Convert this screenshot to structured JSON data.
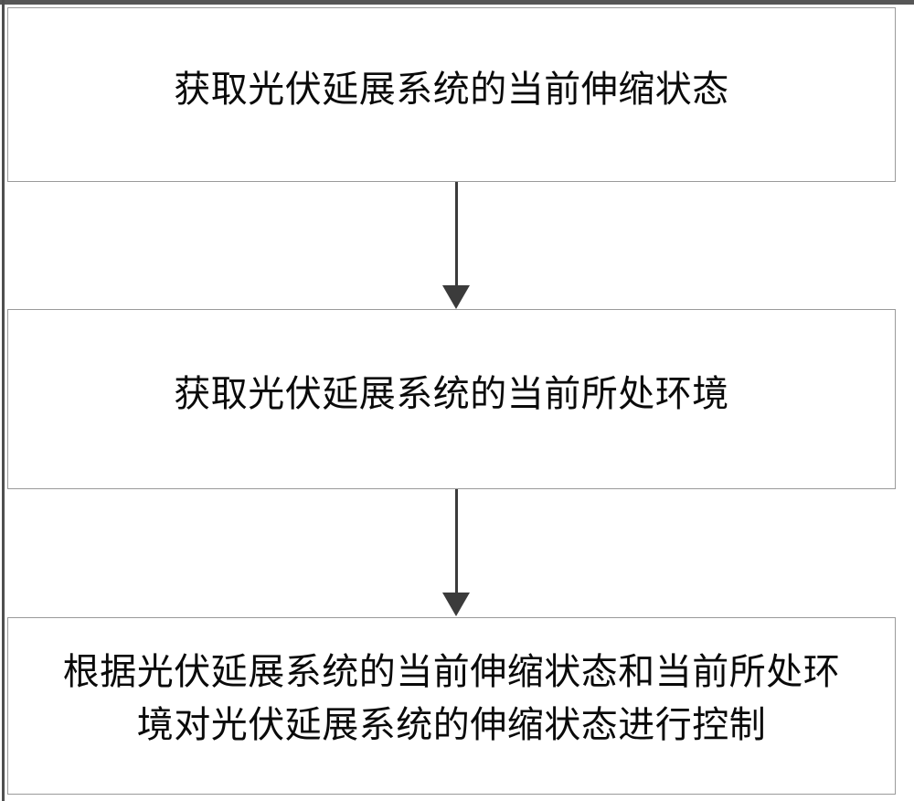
{
  "diagram": {
    "type": "flowchart",
    "orientation": "vertical",
    "title": "",
    "colors": {
      "box_border": "#9a9a9a",
      "box_fill": "#ffffff",
      "text": "#0a0a0a",
      "arrow": "#3b3b3b",
      "page_background": "#ffffff"
    },
    "nodes": [
      {
        "id": "step-1",
        "shape": "rectangle",
        "text": "获取光伏延展系统的当前伸缩状态"
      },
      {
        "id": "step-2",
        "shape": "rectangle",
        "text": "获取光伏延展系统的当前所处环境"
      },
      {
        "id": "step-3",
        "shape": "rectangle",
        "text": "根据光伏延展系统的当前伸缩状态和当前所处环\n境对光伏延展系统的伸缩状态进行控制"
      }
    ],
    "edges": [
      {
        "id": "edge-1",
        "from": "step-1",
        "to": "step-2",
        "label": "",
        "arrowhead": "solid-triangle"
      },
      {
        "id": "edge-2",
        "from": "step-2",
        "to": "step-3",
        "label": "",
        "arrowhead": "solid-triangle"
      }
    ]
  }
}
